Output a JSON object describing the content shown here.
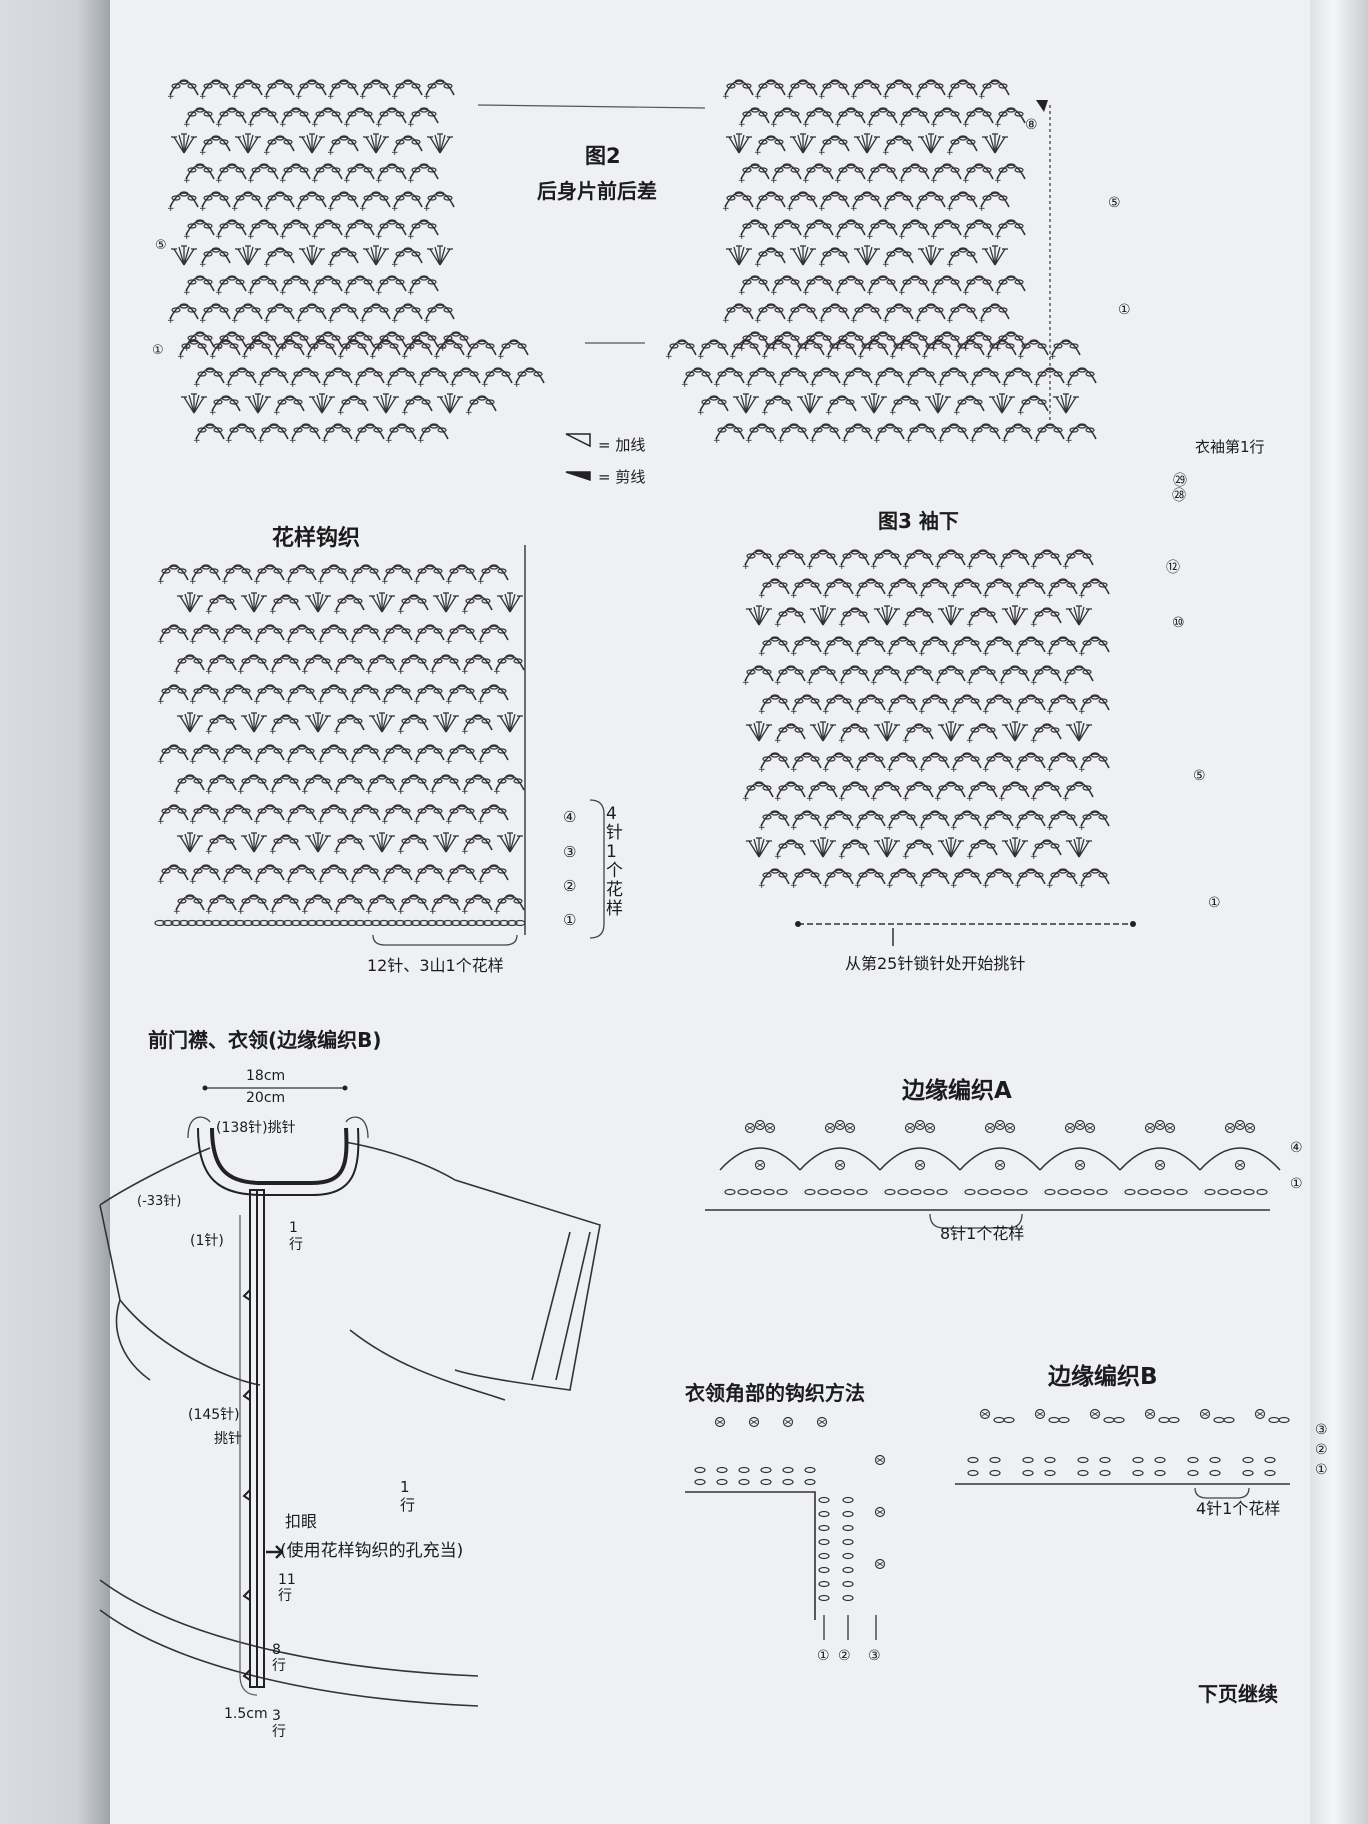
{
  "fig2": {
    "title": "图2",
    "subtitle": "后身片前后差"
  },
  "legend": {
    "add": "= 加线",
    "cut": "= 剪线"
  },
  "fig2_labels": {
    "r8": "⑧",
    "r5": "⑤",
    "r1": "①",
    "sleeve_row1": "衣袖第1行",
    "r29": "㉙",
    "r28": "㉘",
    "l5": "⑤",
    "l1": "①"
  },
  "pattern": {
    "title": "花样钩织",
    "rows": [
      "④",
      "③",
      "②",
      "①"
    ],
    "repeat_rows": "4针1个花样",
    "repeat_text": "12针、3山1个花样"
  },
  "fig3": {
    "title": "图3 袖下",
    "rows": [
      "⑫",
      "⑩",
      "⑤",
      "①"
    ],
    "start_text": "从第25针锁针处开始挑针"
  },
  "placket": {
    "title": "前门襟、衣领(边缘编织B)",
    "w1": "18cm",
    "w2": "20cm",
    "pick138": "(138针)挑针",
    "minus33": "(-33针)",
    "one_st": "(1针)",
    "one_row": "1行",
    "pick145a": "(145针)",
    "pick145b": "挑针",
    "one_row2": "1行",
    "buttonhole1": "扣眼",
    "buttonhole2": "(使用花样钩织的孔充当)",
    "rows11": "11行",
    "rows8": "8行",
    "rows3": "3行",
    "cm15": "1.5cm"
  },
  "edgeA": {
    "title": "边缘编织A",
    "rows": [
      "④",
      "①"
    ],
    "repeat_text": "8针1个花样"
  },
  "collar": {
    "title": "衣领角部的钩织方法",
    "rows": [
      "①",
      "②",
      "③"
    ]
  },
  "edgeB": {
    "title": "边缘编织B",
    "rows": [
      "③",
      "②",
      "①"
    ],
    "repeat_text": "4针1个花样"
  },
  "footer": "下页继续"
}
